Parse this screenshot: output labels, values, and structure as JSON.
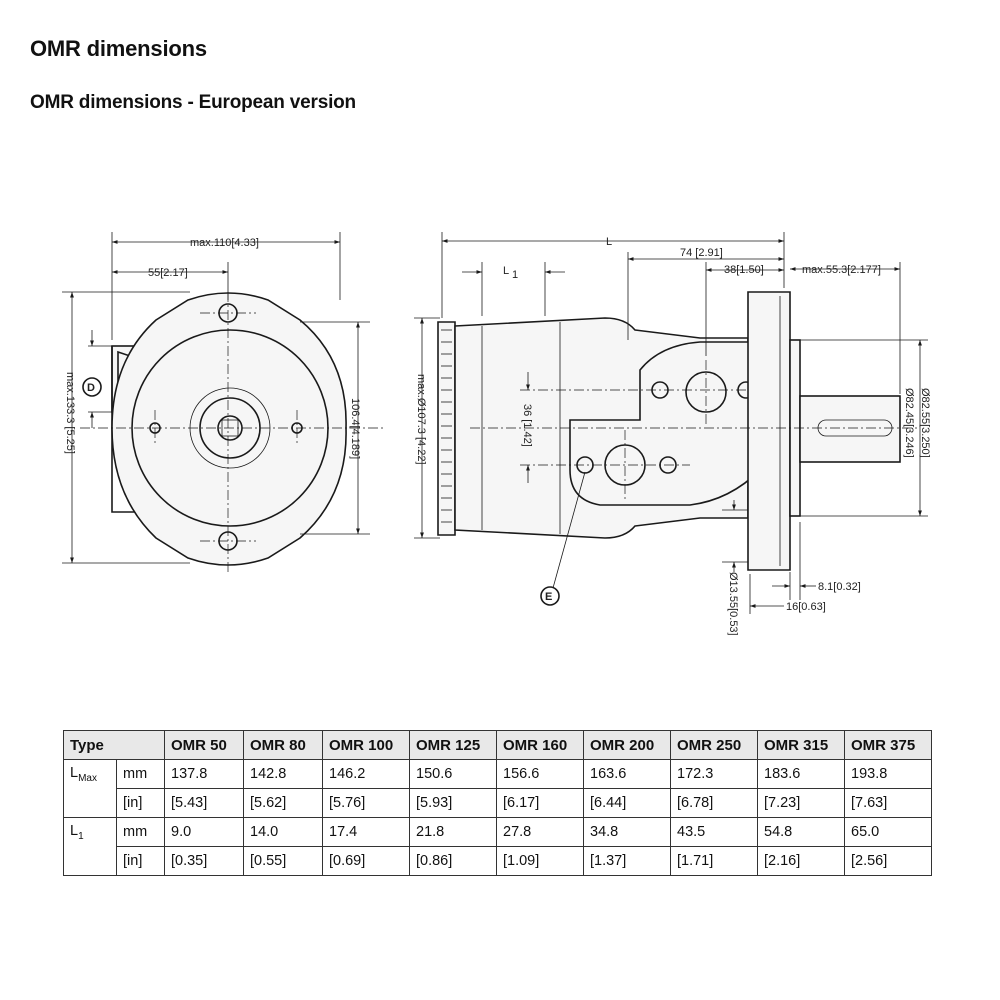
{
  "headings": {
    "main": "OMR dimensions",
    "sub": "OMR dimensions - European version"
  },
  "drawing": {
    "labels": {
      "max110": "max.110[4.33]",
      "d55": "55[2.17]",
      "max133": "max.133.3 [5.25]",
      "d106": "106.4[4.189]",
      "L": "L",
      "L1": "L",
      "L1_sub": "1",
      "d74": "74 [2.91]",
      "d38": "38[1.50]",
      "max55": "max.55.3[2.177]",
      "max107": "max.Ø107.3 [4.22]",
      "d36": "36 [1.42]",
      "d82a": "Ø82.55[3.250]",
      "d82b": "Ø82.45[3.246]",
      "d8": "8.1[0.32]",
      "d16": "16[0.63]",
      "d13": "Ø13.55[0.53]",
      "markD": "D",
      "markE": "E"
    }
  },
  "table": {
    "type_label": "Type",
    "columns": [
      "OMR 50",
      "OMR 80",
      "OMR 100",
      "OMR 125",
      "OMR 160",
      "OMR 200",
      "OMR 250",
      "OMR 315",
      "OMR 375"
    ],
    "lmax": {
      "label": "L",
      "label_sub": "Max",
      "unit_mm": "mm",
      "unit_in": "[in]",
      "mm": [
        "137.8",
        "142.8",
        "146.2",
        "150.6",
        "156.6",
        "163.6",
        "172.3",
        "183.6",
        "193.8"
      ],
      "in": [
        "[5.43]",
        "[5.62]",
        "[5.76]",
        "[5.93]",
        "[6.17]",
        "[6.44]",
        "[6.78]",
        "[7.23]",
        "[7.63]"
      ]
    },
    "l1": {
      "label": "L",
      "label_sub": "1",
      "unit_mm": "mm",
      "unit_in": "[in]",
      "mm": [
        "9.0",
        "14.0",
        "17.4",
        "21.8",
        "27.8",
        "34.8",
        "43.5",
        "54.8",
        "65.0"
      ],
      "in": [
        "[0.35]",
        "[0.55]",
        "[0.69]",
        "[0.86]",
        "[1.09]",
        "[1.37]",
        "[1.71]",
        "[2.16]",
        "[2.56]"
      ]
    }
  }
}
